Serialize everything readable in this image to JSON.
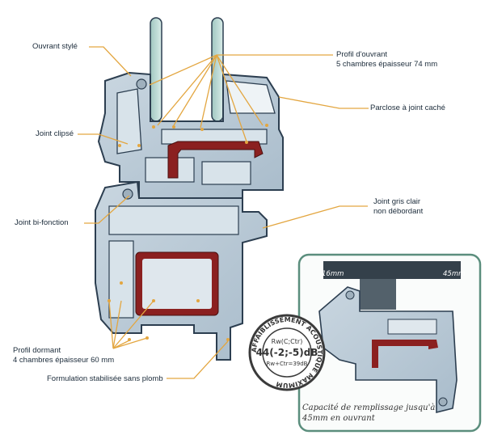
{
  "labels": {
    "ouvrant_style": "Ouvrant stylé",
    "joint_clipse": "Joint clipsé",
    "joint_bi_fonction": "Joint bi-fonction",
    "profil_dormant_1": "Profil dormant",
    "profil_dormant_2": "4 chambres épaisseur 60 mm",
    "formulation": "Formulation stabilisée sans plomb",
    "profil_ouvrant_1": "Profil d'ouvrant",
    "profil_ouvrant_2": "5 chambres épaisseur 74 mm",
    "parclose": "Parclose à joint caché",
    "joint_gris_1": "Joint gris clair",
    "joint_gris_2": "non débordant"
  },
  "inset": {
    "dim_left": "16mm",
    "dim_right": "45mm",
    "caption_1": "Capacité de remplissage jusqu'à",
    "caption_2": "45mm en ouvrant"
  },
  "stamp": {
    "ring_text": "AFFAIBLISSEMENT ACOUSTIQUE MAXIMUM",
    "line1": "Rw(C;Ctr)",
    "line2": "44(-2;-5)dB",
    "line3": "Rw+Ctr=39dB"
  },
  "colors": {
    "profile": "#b9c9d6",
    "profile_stroke": "#2c3e50",
    "reinforcement": "#8b2020",
    "leader": "#e3a640",
    "inset_border": "#5b8e7d"
  }
}
